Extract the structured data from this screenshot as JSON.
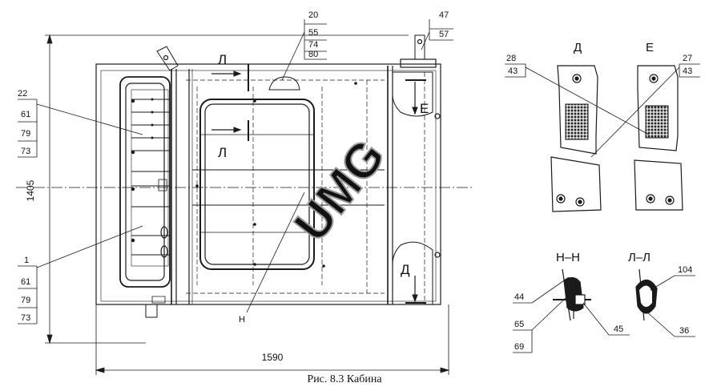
{
  "caption": "Рис. 8.3 Кабина",
  "watermark": "UMG",
  "dimensions": {
    "width": "1590",
    "height": "1405"
  },
  "section_marks": {
    "l": "Л",
    "e": "Е",
    "d": "Д"
  },
  "view_titles": {
    "d": "Д",
    "e": "Е",
    "nn": "Н–Н",
    "ll": "Л–Л"
  },
  "callouts": {
    "c20": "20",
    "c55": "55",
    "c74": "74",
    "c80": "80",
    "c47": "47",
    "c57": "57",
    "c22": "22",
    "c61a": "61",
    "c79a": "79",
    "c73a": "73",
    "c1": "1",
    "c61b": "61",
    "c79b": "79",
    "c73b": "73",
    "h": "Н",
    "c28": "28",
    "c43a": "43",
    "c27": "27",
    "c43b": "43",
    "c44": "44",
    "c65": "65",
    "c69": "69",
    "c45": "45",
    "c104": "104",
    "c36": "36"
  },
  "colors": {
    "ink": "#1a1a1a",
    "watermark": "#9a9a9a",
    "paper": "#ffffff"
  }
}
